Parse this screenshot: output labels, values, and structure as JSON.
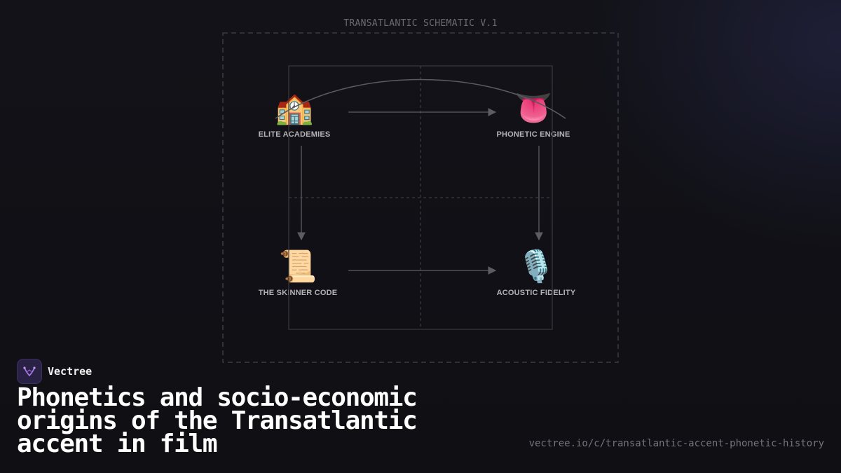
{
  "schematic": {
    "title": "TRANSATLANTIC SCHEMATIC V.1"
  },
  "nodes": [
    {
      "id": "elite-academies",
      "label": "ELITE ACADEMIES",
      "icon": "🏫",
      "icon_name": "school-icon"
    },
    {
      "id": "phonetic-engine",
      "label": "PHONETIC ENGINE",
      "icon": "👅",
      "icon_name": "tongue-icon"
    },
    {
      "id": "skinner-code",
      "label": "THE SKINNER CODE",
      "icon": "📜",
      "icon_name": "scroll-icon"
    },
    {
      "id": "acoustic-fidelity",
      "label": "ACOUSTIC FIDELITY",
      "icon": "🎙️",
      "icon_name": "microphone-icon"
    }
  ],
  "edges": [
    {
      "from": "elite-academies",
      "to": "phonetic-engine"
    },
    {
      "from": "elite-academies",
      "to": "skinner-code"
    },
    {
      "from": "phonetic-engine",
      "to": "acoustic-fidelity"
    },
    {
      "from": "skinner-code",
      "to": "acoustic-fidelity"
    },
    {
      "from": "elite-academies",
      "to": "phonetic-engine",
      "style": "arc"
    }
  ],
  "brand": {
    "name": "Vectree",
    "logo_icon": "vectree-logo-icon",
    "accent_color": "#9b5de5"
  },
  "headline": "Phonetics and socio-economic origins of the Transatlantic accent in film",
  "url": "vectree.io/c/transatlantic-accent-phonetic-history",
  "colors": {
    "background": "#101016",
    "line": "#55555c",
    "label": "#b4b4b8"
  }
}
